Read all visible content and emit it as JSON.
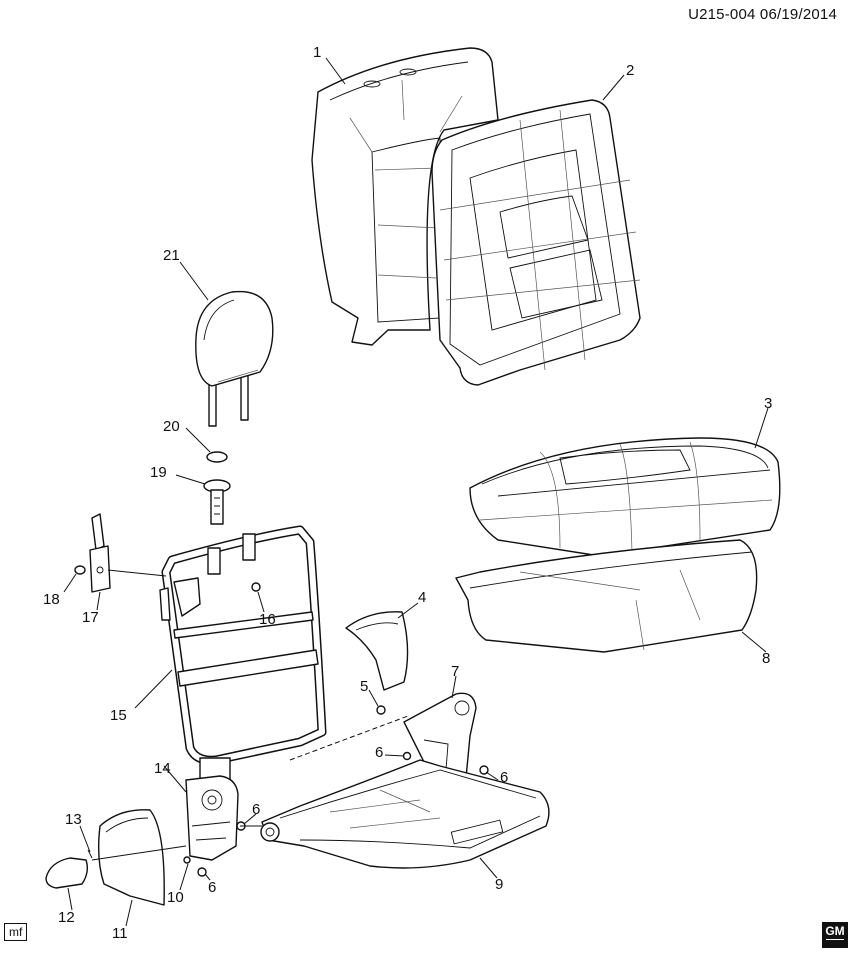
{
  "header": {
    "ref": "U215-004",
    "date": "06/19/2014"
  },
  "callouts": [
    "1",
    "2",
    "3",
    "4",
    "5",
    "6",
    "6",
    "6",
    "6",
    "7",
    "8",
    "9",
    "10",
    "11",
    "12",
    "13",
    "14",
    "15",
    "16",
    "17",
    "18",
    "19",
    "20",
    "21"
  ],
  "footer": {
    "tag": "mf",
    "logo_text": "GM"
  }
}
